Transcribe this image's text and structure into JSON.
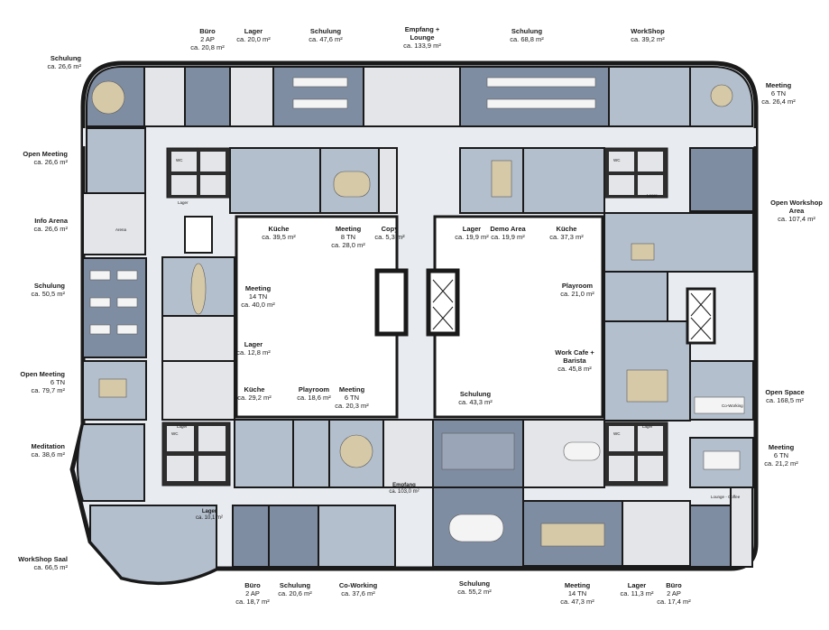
{
  "colors": {
    "room_blue": "#7f8da3",
    "room_blue_light": "#b3bfcd",
    "room_grey": "#e3e5e8",
    "corridor": "#e8ebef",
    "wall": "#1a1a1a",
    "wc": "#2d2d2d"
  },
  "rooms": [
    {
      "id": "schulung-nw",
      "title": "Schulung",
      "area": "ca. 26,6 m²"
    },
    {
      "id": "buero-n",
      "title": "Büro",
      "cap": "2 AP",
      "area": "ca. 20,8 m²"
    },
    {
      "id": "lager-n",
      "title": "Lager",
      "area": "ca. 20,0 m²"
    },
    {
      "id": "schulung-n1",
      "title": "Schulung",
      "area": "ca. 47,6 m²"
    },
    {
      "id": "empfang-lounge",
      "title": "Empfang +",
      "title2": "Lounge",
      "area": "ca. 133,9 m²"
    },
    {
      "id": "schulung-n2",
      "title": "Schulung",
      "area": "ca. 68,8 m²"
    },
    {
      "id": "workshop-n",
      "title": "WorkShop",
      "area": "ca. 39,2 m²"
    },
    {
      "id": "meeting-ne",
      "title": "Meeting",
      "cap": "6 TN",
      "area": "ca. 26,4 m²"
    },
    {
      "id": "open-meeting-w",
      "title": "Open Meeting",
      "area": "ca. 26,6 m²"
    },
    {
      "id": "open-workshop-area",
      "title": "Open Workshop",
      "title2": "Area",
      "area": "ca. 107,4 m²"
    },
    {
      "id": "info-arena",
      "title": "Info Arena",
      "area": "ca. 26,6 m²"
    },
    {
      "id": "kueche-1",
      "title": "Küche",
      "area": "ca. 39,5 m²"
    },
    {
      "id": "meeting-8tn",
      "title": "Meeting",
      "cap": "8 TN",
      "area": "ca. 28,0 m²"
    },
    {
      "id": "copy",
      "title": "Copy",
      "area": "ca. 5,3 m²"
    },
    {
      "id": "lager-c1",
      "title": "Lager",
      "area": "ca. 19,9 m²"
    },
    {
      "id": "demo-area",
      "title": "Demo Area",
      "area": "ca. 19,9 m²"
    },
    {
      "id": "kueche-2",
      "title": "Küche",
      "area": "ca. 37,3 m²"
    },
    {
      "id": "schulung-w",
      "title": "Schulung",
      "area": "ca. 50,5 m²"
    },
    {
      "id": "meeting-14tn-w",
      "title": "Meeting",
      "cap": "14 TN",
      "area": "ca. 40,0 m²"
    },
    {
      "id": "playroom-e",
      "title": "Playroom",
      "area": "ca. 21,0 m²"
    },
    {
      "id": "lager-w",
      "title": "Lager",
      "area": "ca. 12,8 m²"
    },
    {
      "id": "work-cafe",
      "title": "Work Cafe +",
      "title2": "Barista",
      "area": "ca. 45,8 m²"
    },
    {
      "id": "open-meeting-6tn",
      "title": "Open Meeting",
      "cap": "6 TN",
      "area": "ca. 79,7 m²"
    },
    {
      "id": "kueche-3",
      "title": "Küche",
      "area": "ca. 29,2 m²"
    },
    {
      "id": "playroom-c",
      "title": "Playroom",
      "area": "ca. 18,6 m²"
    },
    {
      "id": "meeting-6tn-c",
      "title": "Meeting",
      "cap": "6 TN",
      "area": "ca. 20,3 m²"
    },
    {
      "id": "schulung-c",
      "title": "Schulung",
      "area": "ca. 43,3 m²"
    },
    {
      "id": "open-space",
      "title": "Open Space",
      "area": "ca. 168,5 m²"
    },
    {
      "id": "meditation",
      "title": "Meditation",
      "area": "ca. 38,6 m²"
    },
    {
      "id": "meeting-6tn-e",
      "title": "Meeting",
      "cap": "6 TN",
      "area": "ca. 21,2 m²"
    },
    {
      "id": "empfang-s",
      "title": "Empfang",
      "area": "ca. 103,0 m²"
    },
    {
      "id": "lager-sw",
      "title": "Lager",
      "area": "ca. 10,1 m²"
    },
    {
      "id": "workshop-saal",
      "title": "WorkShop Saal",
      "area": "ca. 66,5 m²"
    },
    {
      "id": "buero-s",
      "title": "Büro",
      "cap": "2 AP",
      "area": "ca. 18,7 m²"
    },
    {
      "id": "schulung-s1",
      "title": "Schulung",
      "area": "ca. 20,6 m²"
    },
    {
      "id": "co-working",
      "title": "Co-Working",
      "area": "ca. 37,6 m²"
    },
    {
      "id": "schulung-s2",
      "title": "Schulung",
      "area": "ca. 55,2 m²"
    },
    {
      "id": "meeting-14tn-s",
      "title": "Meeting",
      "cap": "14 TN",
      "area": "ca. 47,3 m²"
    },
    {
      "id": "lager-s",
      "title": "Lager",
      "area": "ca. 11,3 m²"
    },
    {
      "id": "buero-se",
      "title": "Büro",
      "cap": "2 AP",
      "area": "ca. 17,4 m²"
    }
  ],
  "small_labels": {
    "lager": "Lager",
    "wc": "WC",
    "lounge_coffee": "Lounge - Coffee",
    "arena": "Arena",
    "co_working": "Co-Working"
  }
}
